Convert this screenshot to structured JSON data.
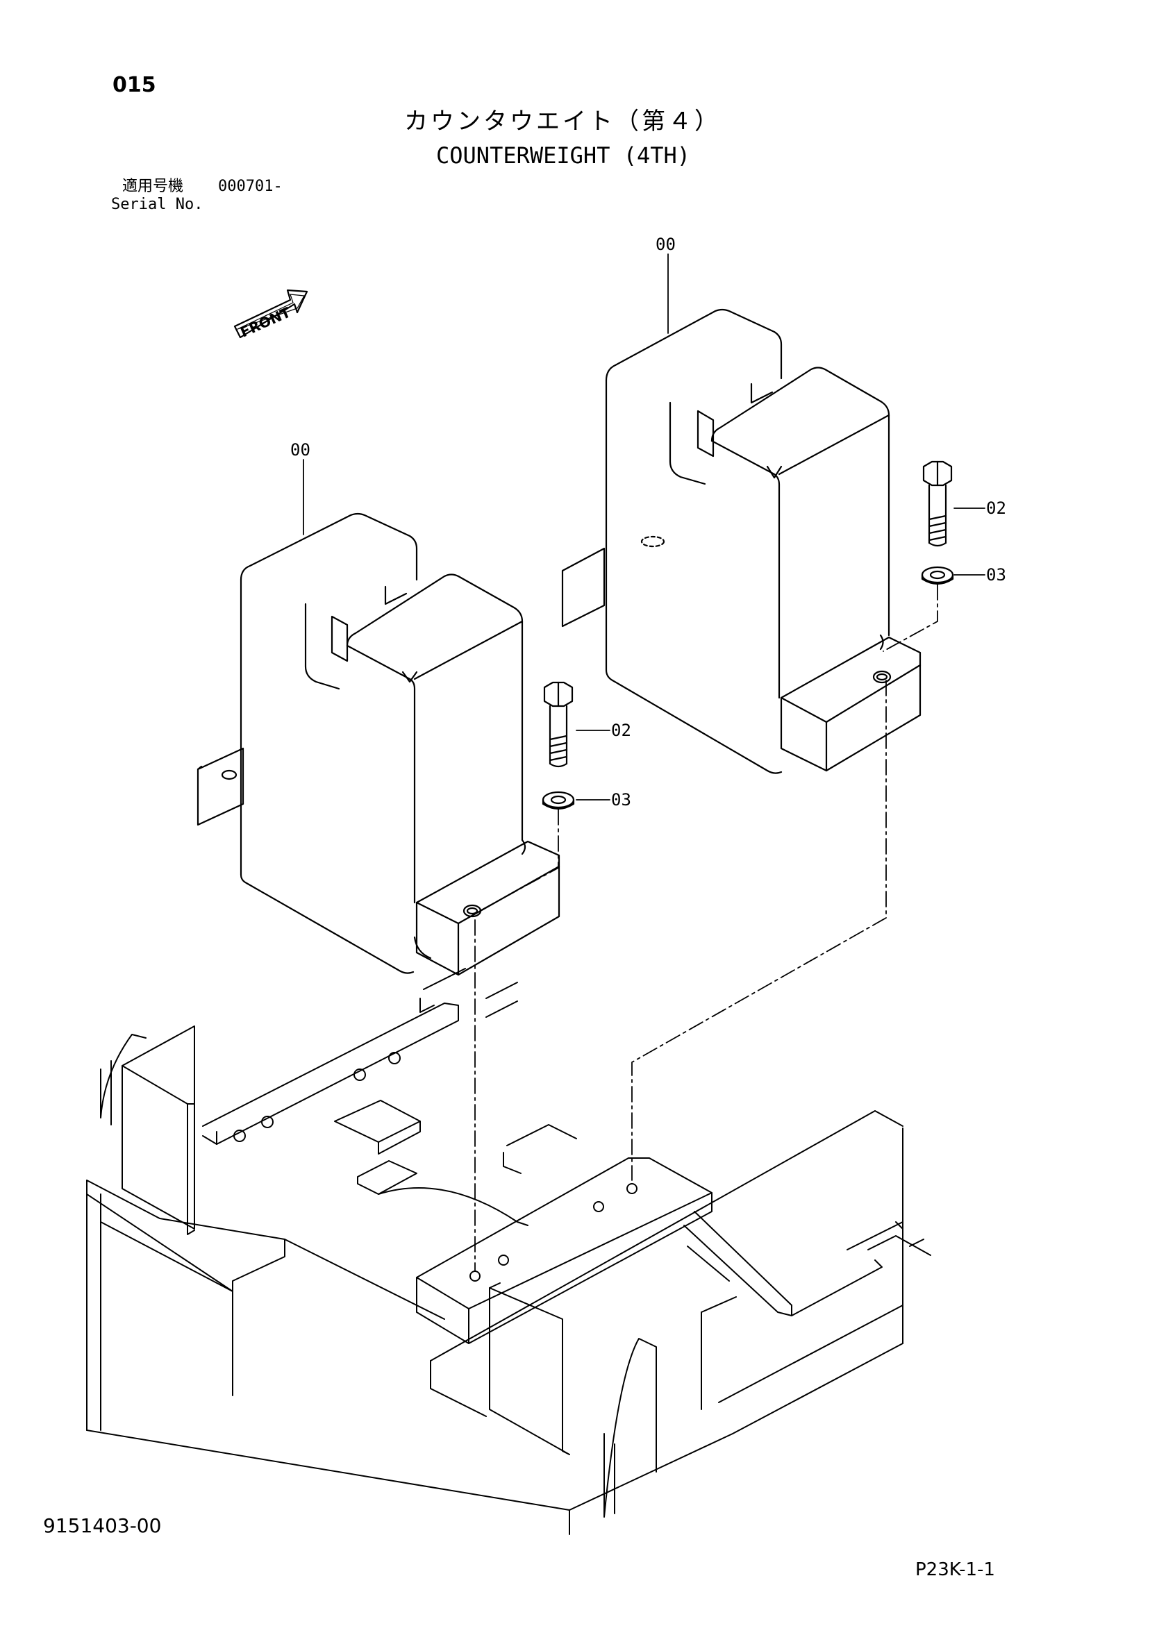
{
  "header": {
    "page_number": "015",
    "title_jp": "カウンタウエイト（第４）",
    "title_en": "COUNTERWEIGHT (4TH)",
    "serial_label_jp": "適用号機",
    "serial_value": "000701-",
    "serial_label_en": "Serial No."
  },
  "diagram": {
    "front_label": "FRONT",
    "callouts": {
      "left_weight": "00",
      "right_weight": "00",
      "left_bolt": "02",
      "left_washer": "03",
      "right_bolt": "02",
      "right_washer": "03"
    }
  },
  "footer": {
    "drawing_number": "9151403-00",
    "page_ref": "P23K-1-1"
  }
}
